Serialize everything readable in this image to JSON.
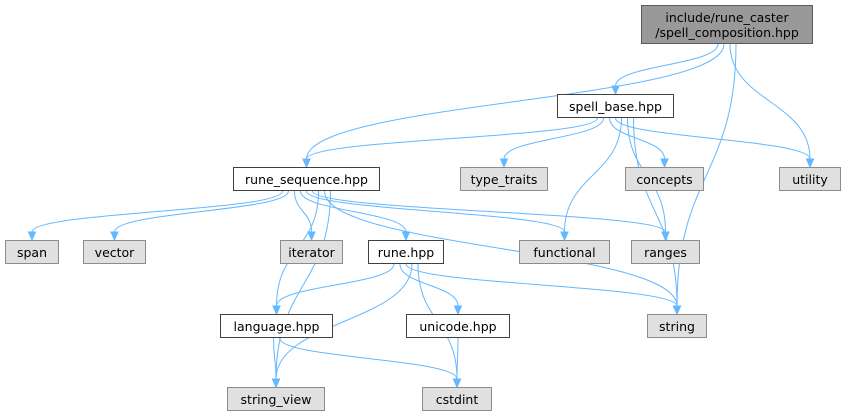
{
  "nodes": {
    "root": {
      "line1": "include/rune_caster",
      "line2": "/spell_composition.hpp"
    },
    "spell_base": "spell_base.hpp",
    "rune_sequence": "rune_sequence.hpp",
    "type_traits": "type_traits",
    "concepts": "concepts",
    "utility": "utility",
    "span": "span",
    "vector": "vector",
    "iterator": "iterator",
    "rune": "rune.hpp",
    "functional": "functional",
    "ranges": "ranges",
    "language": "language.hpp",
    "unicode": "unicode.hpp",
    "string": "string",
    "string_view": "string_view",
    "cstdint": "cstdint"
  },
  "edges": [
    [
      "root",
      "spell_base"
    ],
    [
      "root",
      "rune_sequence"
    ],
    [
      "root",
      "utility"
    ],
    [
      "root",
      "string"
    ],
    [
      "spell_base",
      "rune_sequence"
    ],
    [
      "spell_base",
      "type_traits"
    ],
    [
      "spell_base",
      "concepts"
    ],
    [
      "spell_base",
      "utility"
    ],
    [
      "spell_base",
      "functional"
    ],
    [
      "spell_base",
      "ranges"
    ],
    [
      "spell_base",
      "string"
    ],
    [
      "rune_sequence",
      "span"
    ],
    [
      "rune_sequence",
      "vector"
    ],
    [
      "rune_sequence",
      "iterator"
    ],
    [
      "rune_sequence",
      "rune"
    ],
    [
      "rune_sequence",
      "functional"
    ],
    [
      "rune_sequence",
      "ranges"
    ],
    [
      "rune_sequence",
      "language"
    ],
    [
      "rune_sequence",
      "string"
    ],
    [
      "rune_sequence",
      "string_view"
    ],
    [
      "rune",
      "language"
    ],
    [
      "rune",
      "unicode"
    ],
    [
      "rune",
      "string"
    ],
    [
      "rune",
      "string_view"
    ],
    [
      "rune",
      "cstdint"
    ],
    [
      "language",
      "string_view"
    ],
    [
      "language",
      "cstdint"
    ],
    [
      "unicode",
      "cstdint"
    ]
  ],
  "colors": {
    "edge": "#63b8ff",
    "system_header_fill": "#e0e0e0",
    "project_file_fill": "#ffffff",
    "root_fill": "#999999"
  }
}
